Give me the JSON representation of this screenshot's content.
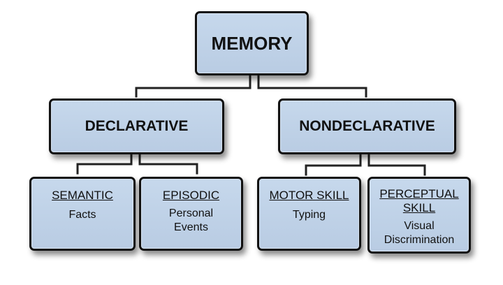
{
  "root": {
    "label": "MEMORY"
  },
  "branches": [
    {
      "label": "DECLARATIVE",
      "children": [
        {
          "title": "SEMANTIC",
          "desc_lines": [
            "Facts"
          ]
        },
        {
          "title": "EPISODIC",
          "desc_lines": [
            "Personal",
            "Events"
          ]
        }
      ]
    },
    {
      "label": "NONDECLARATIVE",
      "children": [
        {
          "title": "MOTOR SKILL",
          "desc_lines": [
            "Typing"
          ]
        },
        {
          "title_lines": [
            "PERCEPTUAL",
            "SKILL"
          ],
          "desc_lines": [
            "Visual",
            "Discrimination"
          ]
        }
      ]
    }
  ],
  "colors": {
    "box_fill": "#c2d5ea",
    "box_border": "#111111",
    "connector": "#222222",
    "text": "#111111"
  }
}
